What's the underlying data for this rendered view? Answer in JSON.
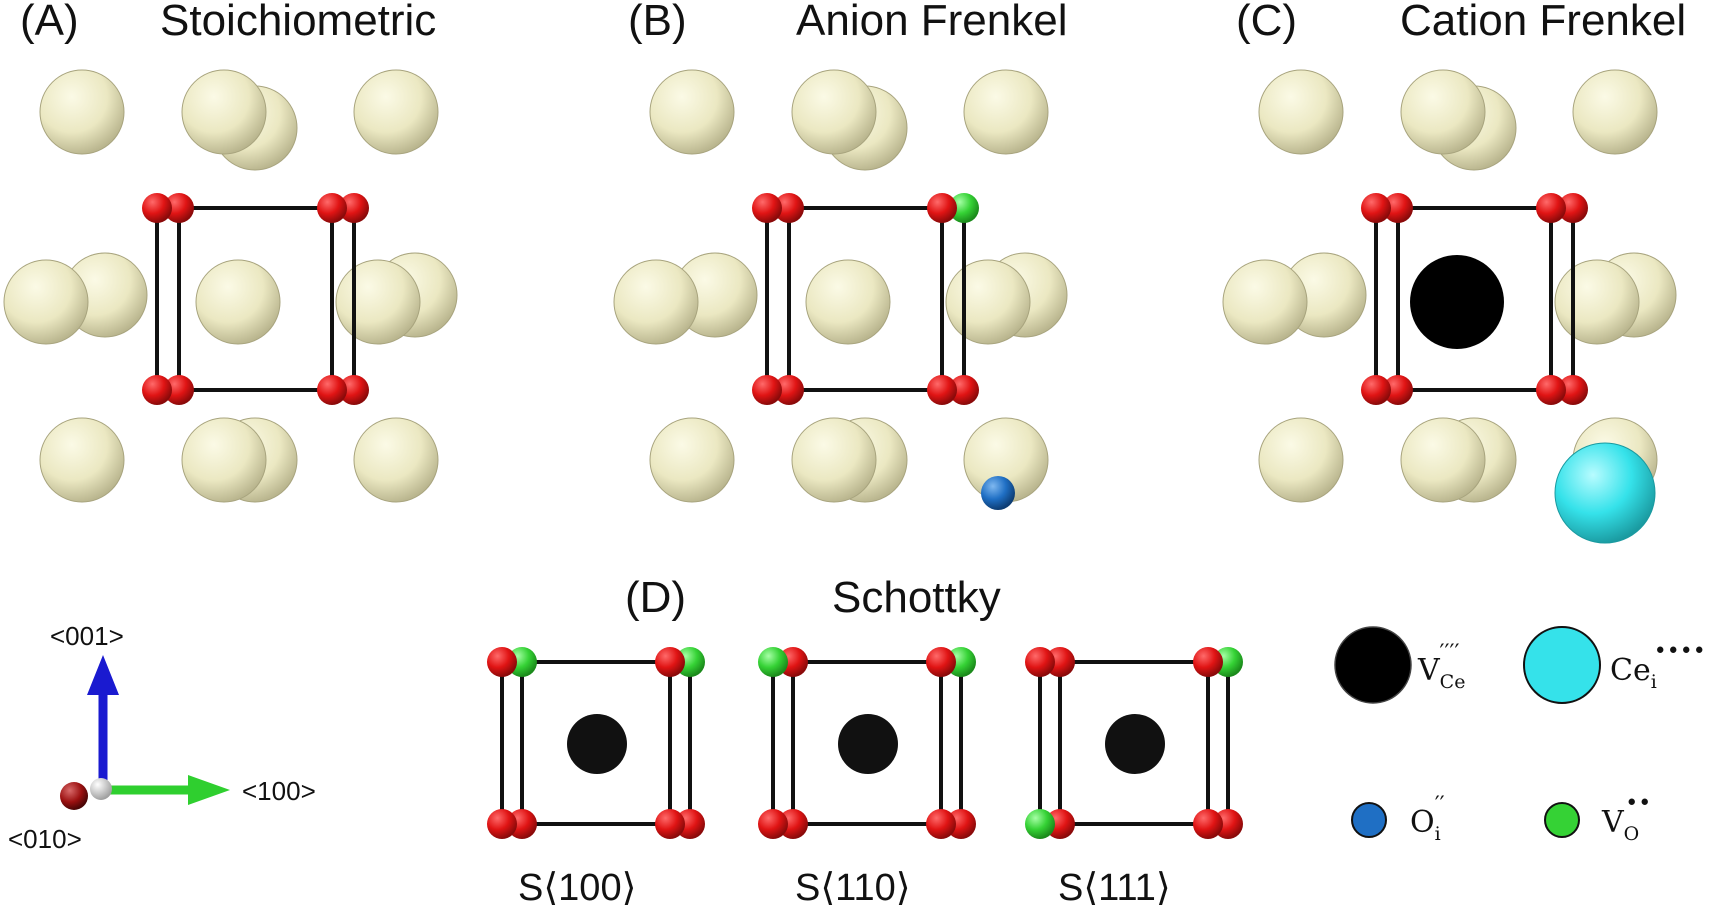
{
  "panels": {
    "A": {
      "letter": "(A)",
      "title": "Stoichiometric"
    },
    "B": {
      "letter": "(B)",
      "title": "Anion Frenkel"
    },
    "C": {
      "letter": "(C)",
      "title": "Cation Frenkel"
    },
    "D": {
      "letter": "(D)",
      "title": "Schottky"
    }
  },
  "schottky_labels": {
    "s100": "S⟨100⟩",
    "s110": "S⟨110⟩",
    "s111": "S⟨111⟩"
  },
  "axes": {
    "z": "<001>",
    "x": "<100>",
    "y": "<010>"
  },
  "legend": {
    "ce_vacancy": {
      "base": "V",
      "sub": "Ce",
      "sup": "′′′′"
    },
    "ce_interstitial": {
      "base": "Ce",
      "sub": "i",
      "sup": "••••"
    },
    "o_interstitial": {
      "base": "O",
      "sub": "i",
      "sup": "′′"
    },
    "o_vacancy": {
      "base": "V",
      "sub": "O",
      "sup": "••"
    }
  },
  "colors": {
    "cerium": "#efecc4",
    "oxygen": "#e01414",
    "oxygen_vacancy": "#35d235",
    "oxygen_interstitial": "#1f6fc4",
    "ce_vacancy": "#000000",
    "ce_interstitial": "#35e2ea",
    "axis_z": "#1a1ad0",
    "axis_x": "#2fcf2f",
    "axis_y": "#9b1010",
    "bond": "#111111"
  },
  "icons": {
    "cerium_atom": "sphere",
    "oxygen_atom": "sphere",
    "vacancy": "filled-circle"
  }
}
